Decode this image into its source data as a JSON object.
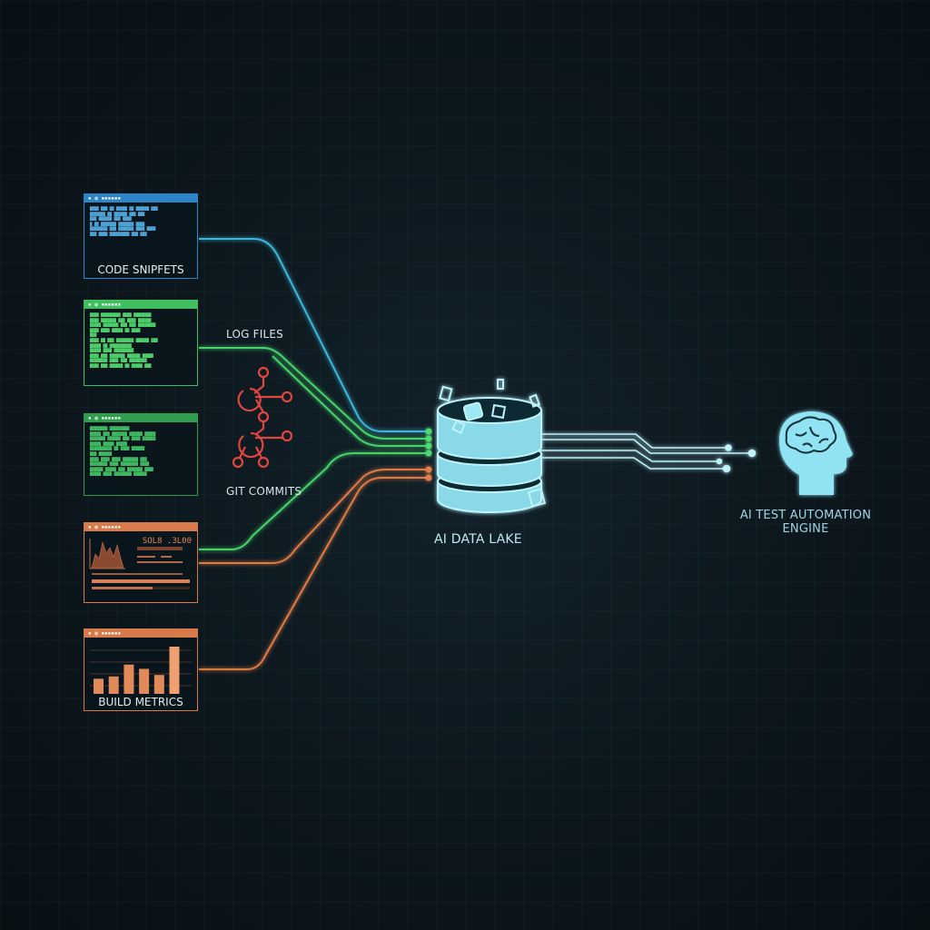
{
  "sources": [
    {
      "label": "CODE SNIPFETS",
      "header": "▪ ◍ ▪▪▪▪▪▪",
      "color": "#2b85c6"
    },
    {
      "label": "LOG FILES",
      "header": "▪ ◍ ▪▪▪▪▪▪",
      "color": "#3fbf5f"
    },
    {
      "label": "GIT COMMITS",
      "header": "▪ ◍ ▪▪▪▪▪▪",
      "color": "#2f9e4e",
      "icon": "git-branch-icon",
      "icon_color": "#e0463e"
    },
    {
      "label": "",
      "header": "▪ ◍ ▪▪▪▪▪▪",
      "color": "#d97a4b",
      "readout": "SOL8 .3L00"
    },
    {
      "label": "BUILD METRICS",
      "header": "▪ ◍ ▪▪▪▪▪▪",
      "color": "#d97a4b",
      "bars": [
        0.32,
        0.37,
        0.62,
        0.53,
        0.4,
        1.0
      ]
    }
  ],
  "hub": {
    "label": "AI DATA LAKE",
    "icon": "database-icon",
    "color": "#8fe6f4"
  },
  "engine": {
    "label_line1": "AI TEST AUTOMATION",
    "label_line2": "ENGINE",
    "icon": "brain-head-icon",
    "color": "#8fe3f2"
  }
}
